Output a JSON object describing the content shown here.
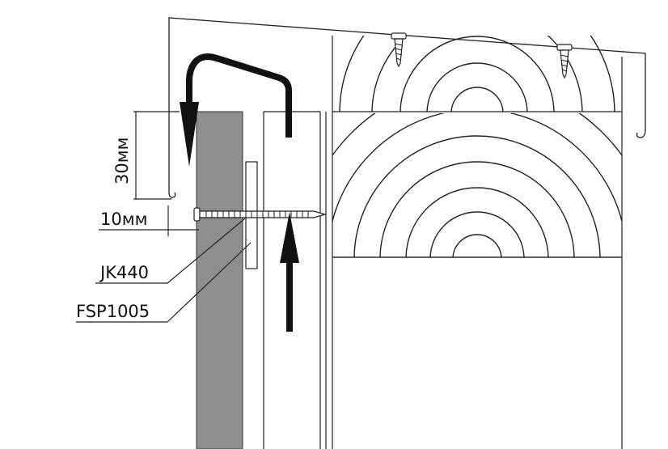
{
  "labels": {
    "dim_vertical": "30мм",
    "dim_horizontal": "10мм",
    "nail_code": "JK440",
    "spacer_code": "FSP1005"
  },
  "colors": {
    "board": "#8e8e8e",
    "line": "#222222",
    "background": "#ffffff"
  }
}
